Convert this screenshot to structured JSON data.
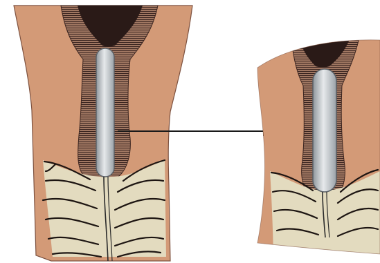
{
  "figure": {
    "main_view": {
      "name": "cross-section"
    },
    "detail_view": {
      "name": "magnified-inset"
    },
    "connector": {
      "name": "pointer-arrow"
    }
  },
  "colors": {
    "tissue": "#d39a77",
    "tissue_outline": "#7d5240",
    "canal_wall": "#a67b66",
    "hatching": "#3b2520",
    "cavity": "#2a1a17",
    "tube": "#b9bfc4",
    "tube_highlight": "#e6e9eb",
    "tube_outline": "#5a6066",
    "lower_fill": "#e3dbbf",
    "fold_lines": "#1d1512",
    "arrow": "#1a1a1a",
    "string": "#2a2a2a"
  }
}
